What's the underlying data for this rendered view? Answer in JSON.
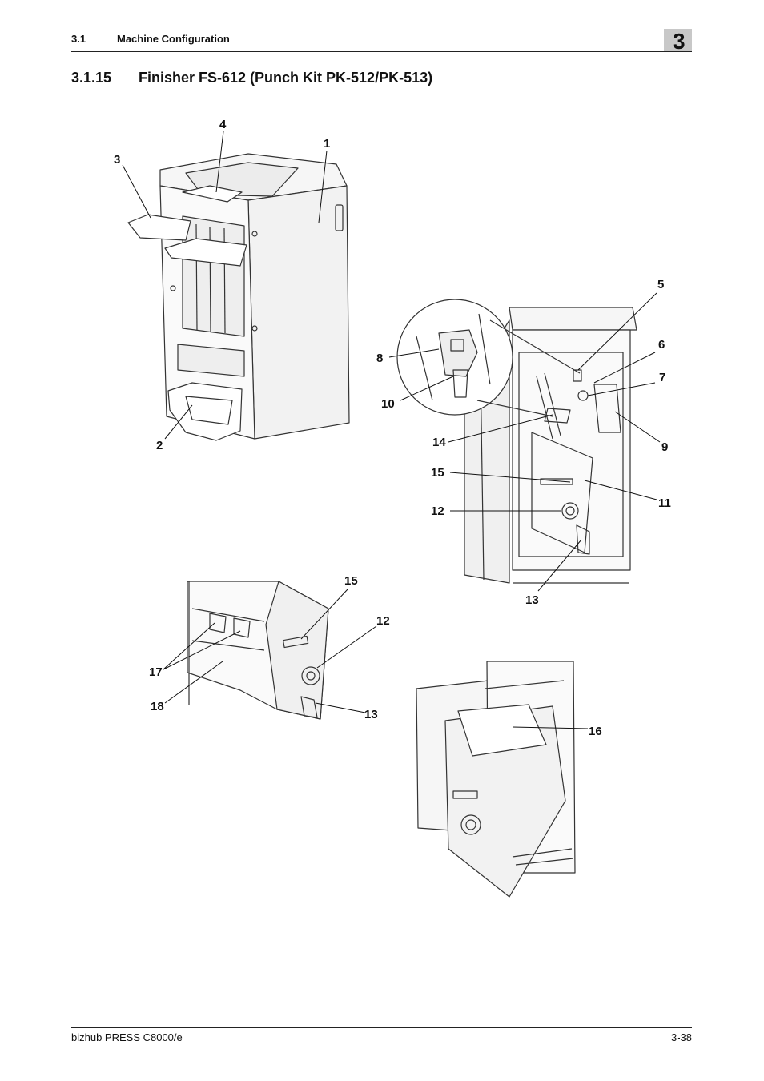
{
  "header": {
    "section_number": "3.1",
    "section_title": "Machine Configuration",
    "chapter_number": "3"
  },
  "section": {
    "number": "3.1.15",
    "title": "Finisher FS-612 (Punch Kit PK-512/PK-513)"
  },
  "figure": {
    "callouts": [
      {
        "id": "c4a",
        "label": "4"
      },
      {
        "id": "c1",
        "label": "1"
      },
      {
        "id": "c3",
        "label": "3"
      },
      {
        "id": "c2",
        "label": "2"
      },
      {
        "id": "c5",
        "label": "5"
      },
      {
        "id": "c6",
        "label": "6"
      },
      {
        "id": "c7",
        "label": "7"
      },
      {
        "id": "c8",
        "label": "8"
      },
      {
        "id": "c9",
        "label": "9"
      },
      {
        "id": "c10",
        "label": "10"
      },
      {
        "id": "c14",
        "label": "14"
      },
      {
        "id": "c15a",
        "label": "15"
      },
      {
        "id": "c11",
        "label": "11"
      },
      {
        "id": "c12a",
        "label": "12"
      },
      {
        "id": "c13a",
        "label": "13"
      },
      {
        "id": "c15b",
        "label": "15"
      },
      {
        "id": "c12b",
        "label": "12"
      },
      {
        "id": "c17",
        "label": "17"
      },
      {
        "id": "c18",
        "label": "18"
      },
      {
        "id": "c13b",
        "label": "13"
      },
      {
        "id": "c16",
        "label": "16"
      }
    ]
  },
  "footer": {
    "product": "bizhub PRESS C8000/e",
    "page": "3-38"
  }
}
